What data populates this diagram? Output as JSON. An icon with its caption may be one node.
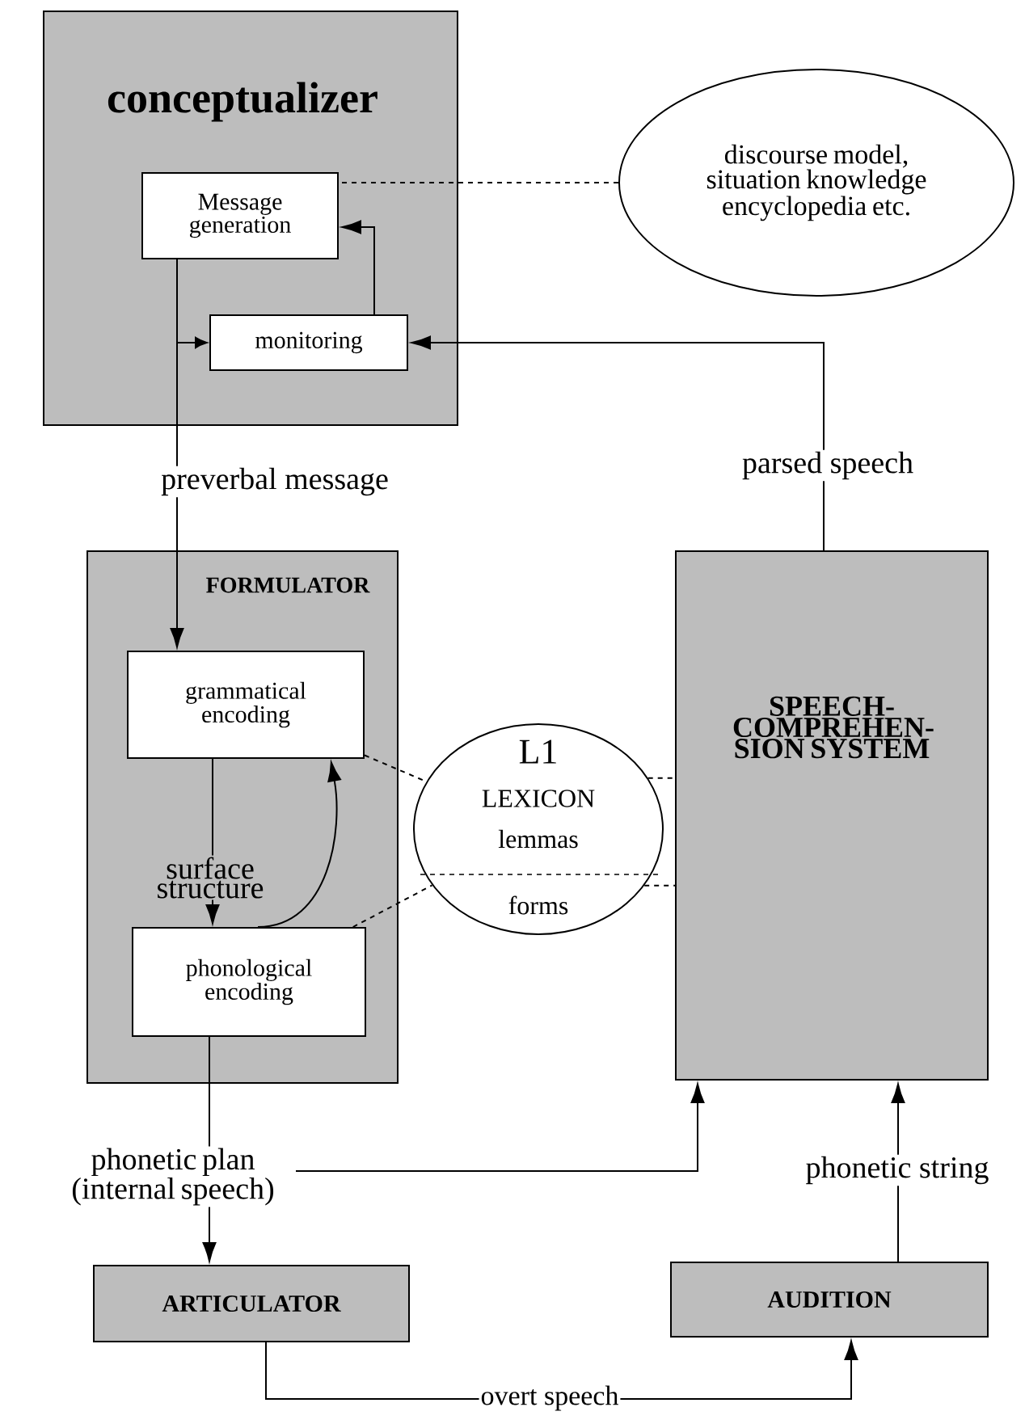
{
  "diagram": {
    "nodes": [
      {
        "text": [
          "conceptualizer"
        ]
      },
      {
        "text": [
          "Message generation"
        ],
        "in": 0
      },
      {
        "text": [
          "monitoring"
        ],
        "in": 0
      },
      {
        "text": [
          "discourse model, situation knowledge encyclopedia etc."
        ]
      },
      {
        "text": [
          "FORMULATOR"
        ]
      },
      {
        "text": [
          "grammatical encoding"
        ],
        "in": 4
      },
      {
        "text": [
          "phonological encoding"
        ],
        "in": 4
      },
      {
        "text": [
          "L1",
          "LEXICON",
          "lemmas",
          "forms"
        ]
      },
      {
        "text": [
          "SPEECH- COMPREHEN- SION SYSTEM"
        ]
      },
      {
        "text": [
          "ARTICULATOR"
        ]
      },
      {
        "text": [
          "AUDITION"
        ]
      }
    ],
    "edges": [
      {
        "from": 1,
        "to": 5,
        "arrow": "to",
        "label": "preverbal message"
      },
      {
        "from": 1,
        "to": 2,
        "arrow": "to"
      },
      {
        "from": 2,
        "to": 1,
        "arrow": "to"
      },
      {
        "from": 3,
        "to": 1,
        "arrow": "none",
        "style": "dashed"
      },
      {
        "from": 8,
        "to": 2,
        "arrow": "to",
        "label": "parsed speech"
      },
      {
        "from": 5,
        "to": 6,
        "arrow": "to",
        "label": "surface structure"
      },
      {
        "from": 6,
        "to": 5,
        "arrow": "to"
      },
      {
        "from": 5,
        "to": 7,
        "arrow": "none",
        "style": "dashed"
      },
      {
        "from": 6,
        "to": 7,
        "arrow": "none",
        "style": "dashed"
      },
      {
        "from": 7,
        "to": 8,
        "arrow": "none",
        "style": "dashed"
      },
      {
        "from": 7,
        "to": 8,
        "arrow": "none",
        "style": "dashed"
      },
      {
        "from": 6,
        "to": 9,
        "arrow": "to",
        "label": "phonetic plan (internal speech)"
      },
      {
        "from": 6,
        "to": 8,
        "arrow": "to"
      },
      {
        "from": 9,
        "to": 10,
        "arrow": "to",
        "label": "overt speech"
      },
      {
        "from": 10,
        "to": 8,
        "arrow": "to",
        "label": "phonetic string"
      }
    ]
  }
}
